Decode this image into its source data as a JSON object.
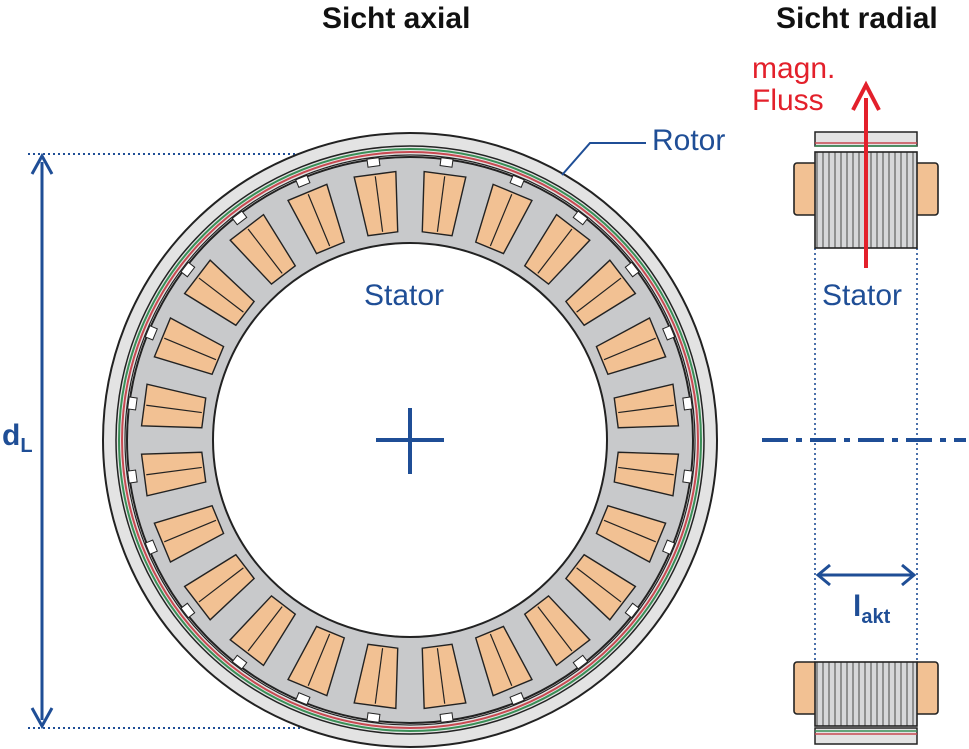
{
  "titles": {
    "axial": "Sicht axial",
    "radial": "Sicht radial"
  },
  "labels": {
    "rotor": "Rotor",
    "stator_axial": "Stator",
    "stator_radial": "Stator",
    "flux_line1": "magn.",
    "flux_line2": "Fluss",
    "diameter_main": "d",
    "diameter_sub": "L",
    "length_main": "l",
    "length_sub": "akt"
  },
  "slot_count": 24,
  "colors": {
    "text_blue": "#1f4e96",
    "flux_red": "#e3202b",
    "core_grey": "#c8c9cb",
    "winding_orange": "#f2c193",
    "rotor_ring": "#e3e3e3"
  }
}
